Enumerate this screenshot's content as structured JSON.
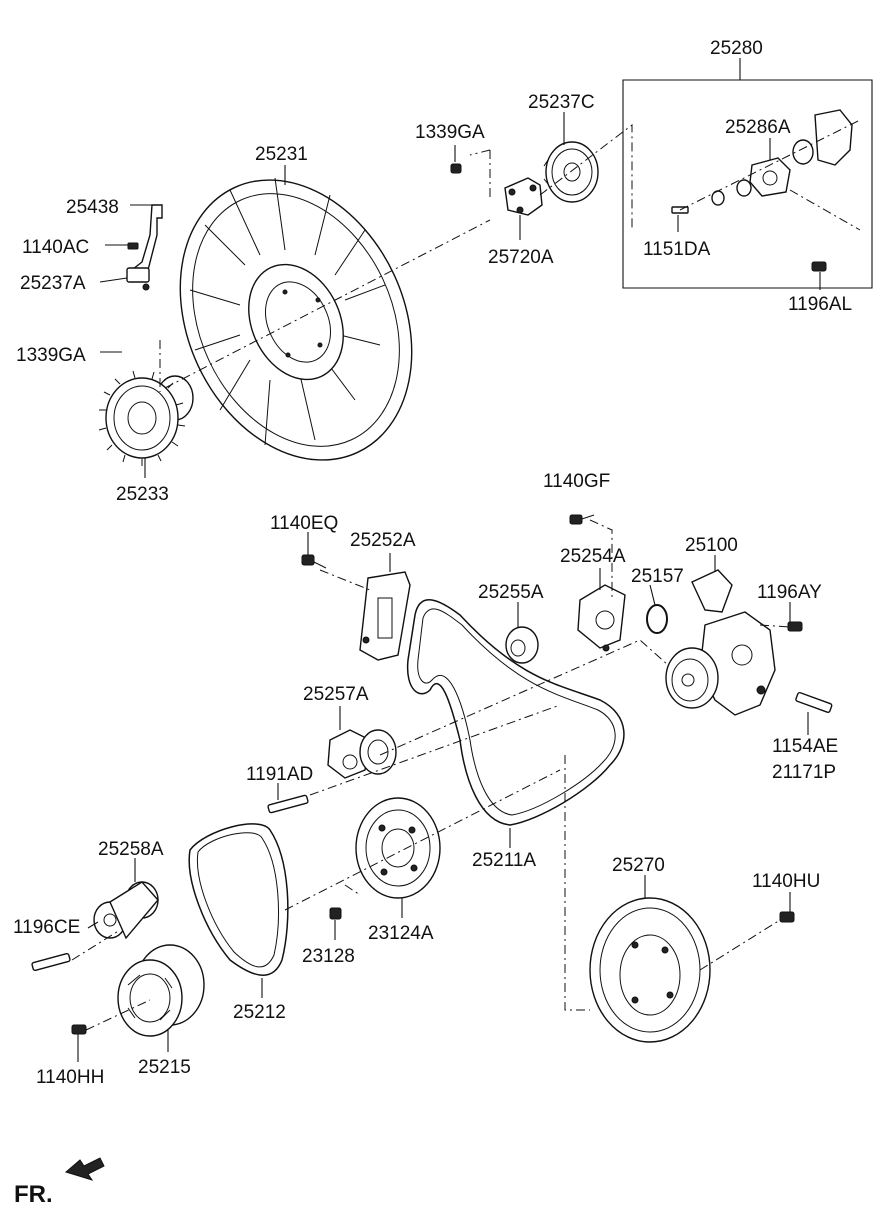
{
  "labels": {
    "p25280": "25280",
    "p25237C": "25237C",
    "p1339GA_top": "1339GA",
    "p25286A": "25286A",
    "p25231": "25231",
    "p25438": "25438",
    "p1140AC": "1140AC",
    "p25237A": "25237A",
    "p25720A": "25720A",
    "p1151DA": "1151DA",
    "p1196AL": "1196AL",
    "p1339GA_left": "1339GA",
    "p25233": "25233",
    "p1140GF": "1140GF",
    "p1140EQ": "1140EQ",
    "p25252A": "25252A",
    "p25254A": "25254A",
    "p25100": "25100",
    "p25157": "25157",
    "p25255A": "25255A",
    "p1196AY": "1196AY",
    "p25257A": "25257A",
    "p1154AE": "1154AE",
    "p21171P": "21171P",
    "p1191AD": "1191AD",
    "p25258A": "25258A",
    "p25211A": "25211A",
    "p25270": "25270",
    "p1140HU": "1140HU",
    "p1196CE": "1196CE",
    "p23124A": "23124A",
    "p23128": "23128",
    "p25212": "25212",
    "p1140HH": "1140HH",
    "p25215": "25215",
    "fr": "FR."
  },
  "colors": {
    "ink": "#111111",
    "background": "#ffffff"
  },
  "icons": {
    "front-direction": "front-arrow-icon"
  }
}
